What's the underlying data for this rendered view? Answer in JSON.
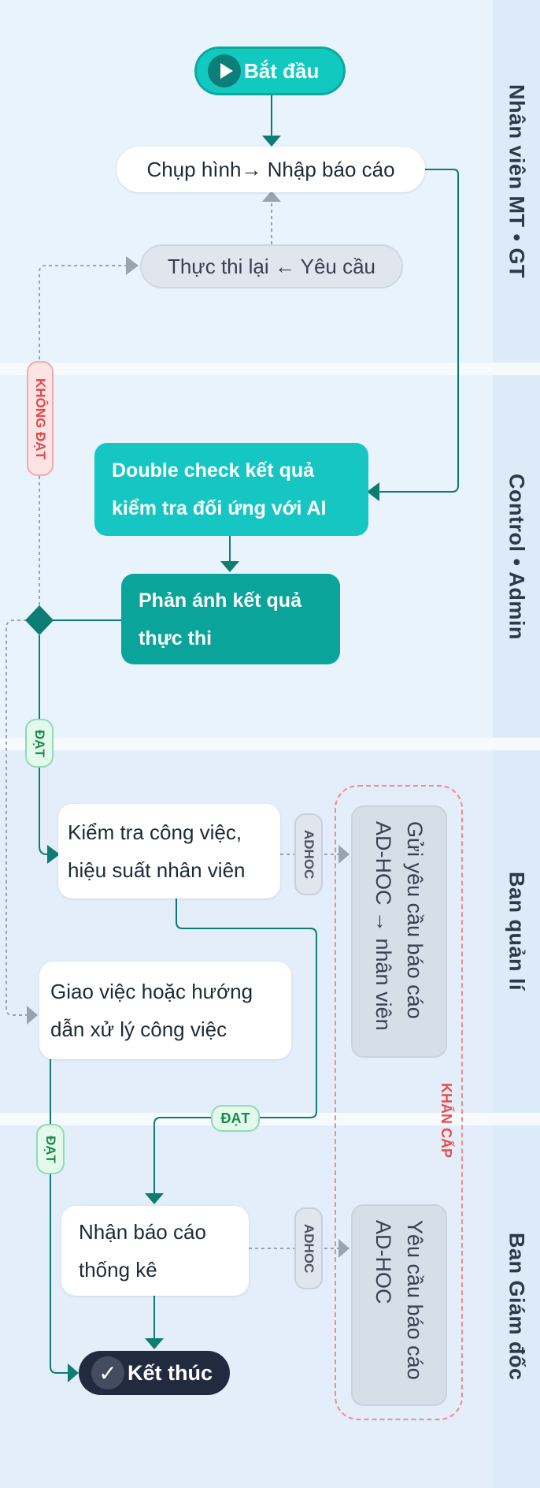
{
  "lanes": [
    {
      "title": "Nhân viên MT • GT"
    },
    {
      "title": "Control • Admin"
    },
    {
      "title": "Ban quản lí"
    },
    {
      "title": "Ban Giám đốc"
    }
  ],
  "nodes": {
    "start": "Bắt đầu",
    "capture": "Chụp hình→ Nhập báo cáo",
    "redo": "Thực thi lại ← Yêu cầu",
    "double_check_1": "Double check kết quả",
    "double_check_2": "kiểm tra đối ứng với AI",
    "reflect_1": "Phản ánh kết quả",
    "reflect_2": "thực thi",
    "inspect_1": "Kiểm tra công việc,",
    "inspect_2": "hiệu suất nhân viên",
    "assign_1": "Giao việc hoặc hướng",
    "assign_2": "dẫn xử lý công việc",
    "adhoc_request_mgr": "Gửi yêu cầu báo cáo AD-HOC → nhân viên",
    "receive_1": "Nhận báo cáo",
    "receive_2": "thống kê",
    "adhoc_request_dir": "Yêu cầu báo cáo AD-HOC",
    "end": "Kết thúc"
  },
  "labels": {
    "fail": "KHÔNG ĐẠT",
    "pass": "ĐẠT",
    "adhoc": "ADHOC",
    "urgent": "KHẨN CẤP"
  },
  "colors": {
    "teal": "#16c6c3",
    "teal_dark": "#0aa49a",
    "connector": "#0d7c72",
    "dashed": "#9aa4b0",
    "urgent": "#ea4a4a",
    "end": "#222a3f"
  },
  "icons": {
    "start": "play-icon",
    "end": "check-icon"
  }
}
